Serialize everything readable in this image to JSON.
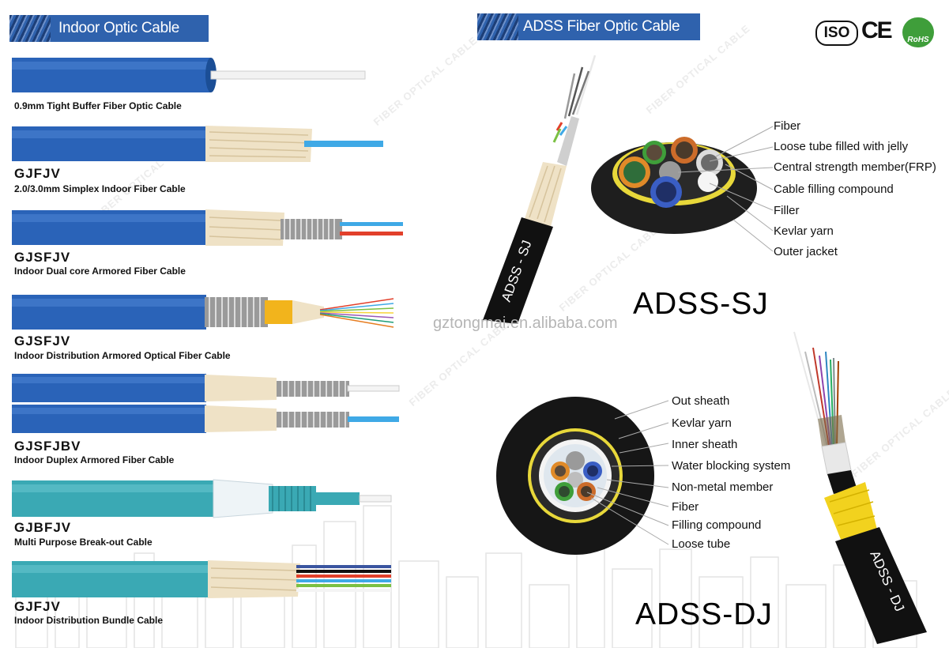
{
  "left_section": {
    "title": "Indoor Optic Cable",
    "cables": [
      {
        "code": "",
        "desc": "0.9mm Tight Buffer Fiber Optic Cable"
      },
      {
        "code": "GJFJV",
        "desc": "2.0/3.0mm Simplex Indoor Fiber Cable"
      },
      {
        "code": "GJSFJV",
        "desc": "Indoor Dual core Armored Fiber Cable"
      },
      {
        "code": "GJSFJV",
        "desc": "Indoor Distribution Armored Optical Fiber Cable"
      },
      {
        "code": "GJSFJBV",
        "desc": "Indoor Duplex Armored Fiber Cable"
      },
      {
        "code": "GJBFJV",
        "desc": "Multi Purpose Break-out Cable"
      },
      {
        "code": "GJFJV",
        "desc": "Indoor Distribution Bundle Cable"
      }
    ]
  },
  "right_section": {
    "title": "ADSS Fiber Optic Cable",
    "sj": {
      "name": "ADSS-SJ",
      "cable_print": "ADSS - SJ",
      "labels": [
        "Fiber",
        "Loose tube filled with jelly",
        "Central strength member(FRP)",
        "Cable filling compound",
        "Filler",
        "Kevlar yarn",
        "Outer jacket"
      ]
    },
    "dj": {
      "name": "ADSS-DJ",
      "cable_print": "ADSS - DJ",
      "labels": [
        "Out sheath",
        "Kevlar yarn",
        "Inner sheath",
        "Water blocking system",
        "Non-metal member",
        "Fiber",
        "Filling compound",
        "Loose tube"
      ]
    }
  },
  "website": "gztongmai.en.alibaba.com",
  "certifications": {
    "iso": "ISO",
    "ce": "CE",
    "rohs": "RoHS"
  },
  "watermark": "FIBER OPTICAL CABLE",
  "colors": {
    "banner": "#2f62ad",
    "indoor_blue": "#2a63b8",
    "teal": "#3aa9b4",
    "kevlar": "#efe2c6",
    "steel": "#9a9a9a"
  }
}
